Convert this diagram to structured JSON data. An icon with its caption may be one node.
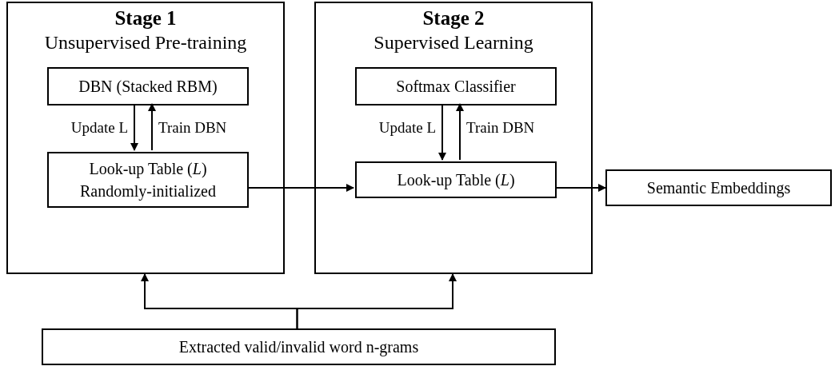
{
  "diagram": {
    "nodes": [
      {
        "text": [
          "Stage 1",
          "Unsupervised Pre-training"
        ]
      },
      {
        "text": [
          "DBN (Stacked RBM)"
        ],
        "in": 0
      },
      {
        "text": [
          "Look-up Table (*L*) Randomly-initialized"
        ],
        "in": 0
      },
      {
        "text": [
          "Stage 2",
          "Supervised Learning"
        ]
      },
      {
        "text": [
          "Softmax Classifier"
        ],
        "in": 3
      },
      {
        "text": [
          "Look-up Table (*L*)"
        ],
        "in": 3
      },
      {
        "text": [
          "Semantic Embeddings"
        ]
      },
      {
        "text": [
          "Extracted valid/invalid word n-grams"
        ]
      }
    ],
    "edges": [
      {
        "from": 1,
        "to": 2,
        "arrow": "to",
        "label": "Update L"
      },
      {
        "from": 2,
        "to": 1,
        "arrow": "to",
        "label": "Train DBN"
      },
      {
        "from": 4,
        "to": 5,
        "arrow": "to",
        "label": "Update L"
      },
      {
        "from": 5,
        "to": 4,
        "arrow": "to",
        "label": "Train DBN"
      },
      {
        "from": 2,
        "to": 5,
        "arrow": "to"
      },
      {
        "from": 5,
        "to": 6,
        "arrow": "to"
      },
      {
        "from": 7,
        "to": 0,
        "arrow": "to"
      },
      {
        "from": 7,
        "to": 3,
        "arrow": "to"
      }
    ]
  }
}
